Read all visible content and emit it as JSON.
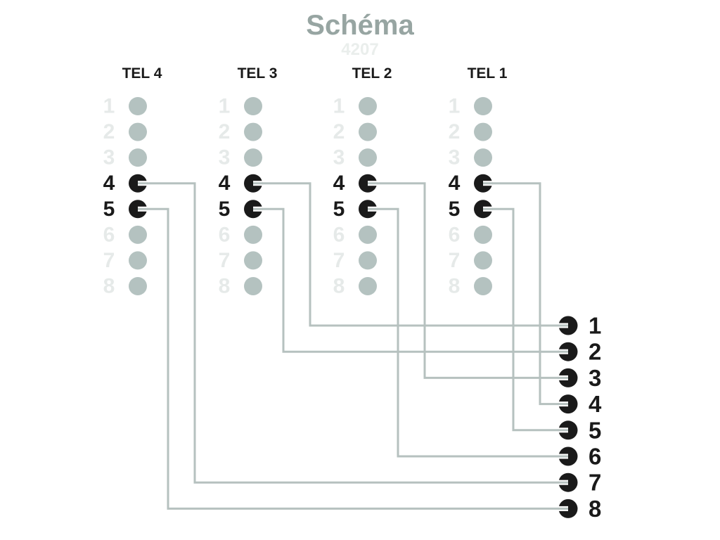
{
  "title": "Schéma",
  "subtitle": "4207",
  "colors": {
    "active": "#1a1a1a",
    "inactive_pin": "#b4c2c0",
    "inactive_number": "#e6eae9",
    "wire": "#b6c1bf",
    "slot": "#ffffff",
    "title": "#97a5a2",
    "subtitle": "#eaeeec",
    "label": "#1a1a1a"
  },
  "connectors": [
    {
      "label": "TEL 4",
      "pins": [
        "1",
        "2",
        "3",
        "4",
        "5",
        "6",
        "7",
        "8"
      ],
      "active_pins": [
        "4",
        "5"
      ]
    },
    {
      "label": "TEL 3",
      "pins": [
        "1",
        "2",
        "3",
        "4",
        "5",
        "6",
        "7",
        "8"
      ],
      "active_pins": [
        "4",
        "5"
      ]
    },
    {
      "label": "TEL 2",
      "pins": [
        "1",
        "2",
        "3",
        "4",
        "5",
        "6",
        "7",
        "8"
      ],
      "active_pins": [
        "4",
        "5"
      ]
    },
    {
      "label": "TEL 1",
      "pins": [
        "1",
        "2",
        "3",
        "4",
        "5",
        "6",
        "7",
        "8"
      ],
      "active_pins": [
        "4",
        "5"
      ]
    }
  ],
  "output_pins": [
    "1",
    "2",
    "3",
    "4",
    "5",
    "6",
    "7",
    "8"
  ],
  "connections": [
    {
      "connector": "TEL 3",
      "pin": "4",
      "output": "1"
    },
    {
      "connector": "TEL 3",
      "pin": "5",
      "output": "2"
    },
    {
      "connector": "TEL 2",
      "pin": "4",
      "output": "3"
    },
    {
      "connector": "TEL 1",
      "pin": "4",
      "output": "4"
    },
    {
      "connector": "TEL 1",
      "pin": "5",
      "output": "5"
    },
    {
      "connector": "TEL 2",
      "pin": "5",
      "output": "6"
    },
    {
      "connector": "TEL 4",
      "pin": "4",
      "output": "7"
    },
    {
      "connector": "TEL 4",
      "pin": "5",
      "output": "8"
    }
  ]
}
